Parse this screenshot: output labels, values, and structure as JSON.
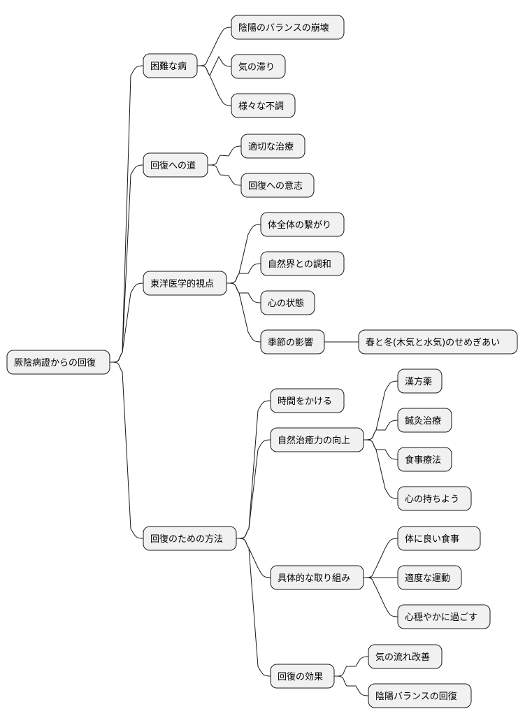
{
  "root": {
    "label": "厥陰病證からの回復",
    "children": [
      {
        "label": "困難な病",
        "children": [
          {
            "label": "陰陽のバランスの崩壊"
          },
          {
            "label": "気の滞り"
          },
          {
            "label": "様々な不調"
          }
        ]
      },
      {
        "label": "回復への道",
        "children": [
          {
            "label": "適切な治療"
          },
          {
            "label": "回復への意志"
          }
        ]
      },
      {
        "label": "東洋医学的視点",
        "children": [
          {
            "label": "体全体の繋がり"
          },
          {
            "label": "自然界との調和"
          },
          {
            "label": "心の状態"
          },
          {
            "label": "季節の影響",
            "children": [
              {
                "label": "春と冬(木気と水気)のせめぎあい"
              }
            ]
          }
        ]
      },
      {
        "label": "回復のための方法",
        "children": [
          {
            "label": "時間をかける"
          },
          {
            "label": "自然治癒力の向上",
            "children": [
              {
                "label": "漢方薬"
              },
              {
                "label": "鍼灸治療"
              },
              {
                "label": "食事療法"
              },
              {
                "label": "心の持ちよう"
              }
            ]
          },
          {
            "label": "具体的な取り組み",
            "children": [
              {
                "label": "体に良い食事"
              },
              {
                "label": "適度な運動"
              },
              {
                "label": "心穏やかに過ごす"
              }
            ]
          },
          {
            "label": "回復の効果",
            "children": [
              {
                "label": "気の流れ改善"
              },
              {
                "label": "陰陽バランスの回復"
              }
            ]
          }
        ]
      }
    ]
  }
}
